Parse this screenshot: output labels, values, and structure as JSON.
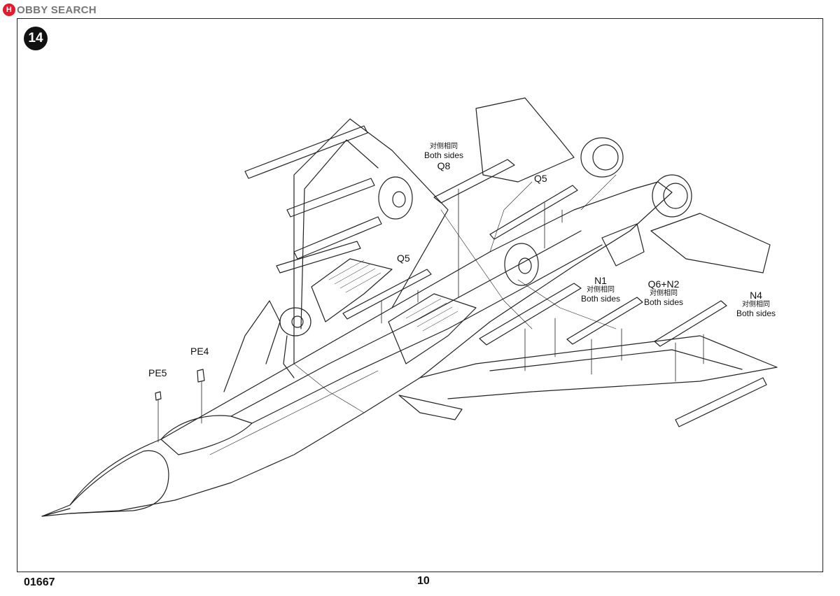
{
  "watermark": {
    "logo_letter": "H",
    "text": "OBBY SEARCH"
  },
  "step_number": "14",
  "labels": {
    "q8": {
      "cn": "对侧相同",
      "en": "Both sides",
      "code": "Q8"
    },
    "q5_top": {
      "code": "Q5"
    },
    "q5_left": {
      "code": "Q5"
    },
    "n1": {
      "code": "N1",
      "cn": "对侧相同",
      "en": "Both sides"
    },
    "q6n2": {
      "code": "Q6+N2",
      "cn": "对侧相同",
      "en": "Both sides"
    },
    "n4": {
      "code": "N4",
      "cn": "对侧相同",
      "en": "Both sides"
    },
    "pe4": {
      "code": "PE4"
    },
    "pe5": {
      "code": "PE5"
    }
  },
  "footer": {
    "kit_number": "01667",
    "page_number": "10"
  }
}
